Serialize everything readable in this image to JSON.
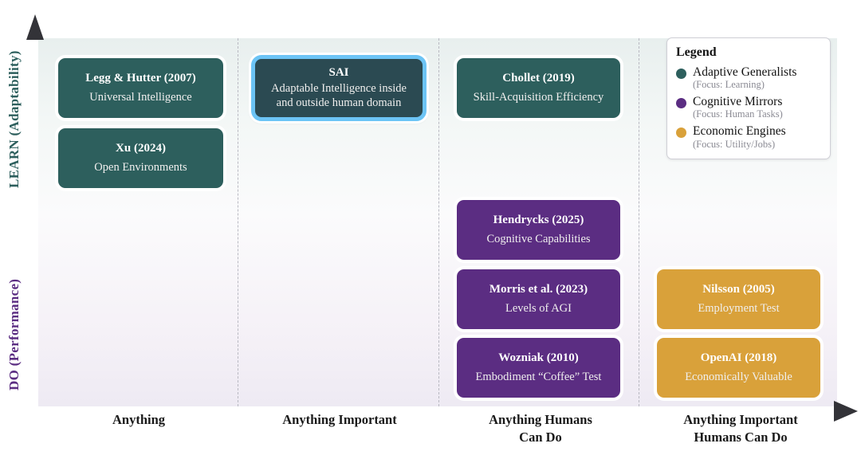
{
  "axes": {
    "y_top_label": "LEARN (Adaptability)",
    "y_top_color": "#2d5f5d",
    "y_bottom_label": "DO (Performance)",
    "y_bottom_color": "#5b2d82",
    "x_tick_labels": [
      "Anything",
      "Anything Important",
      "Anything Humans\nCan Do",
      "Anything Important\nHumans Can Do"
    ],
    "x_tick_line1": [
      "Anything",
      "Anything Important",
      "Anything Humans",
      "Anything Important"
    ],
    "x_tick_line2": [
      "",
      "",
      "Can Do",
      "Humans Can Do"
    ]
  },
  "legend": {
    "title": "Legend",
    "items": [
      {
        "label": "Adaptive Generalists",
        "focus": "(Focus: Learning)",
        "color": "#2d5f5d"
      },
      {
        "label": "Cognitive Mirrors",
        "focus": "(Focus: Human Tasks)",
        "color": "#5b2d82"
      },
      {
        "label": "Economic Engines",
        "focus": "(Focus: Utility/Jobs)",
        "color": "#d9a13a"
      }
    ]
  },
  "boxes": [
    {
      "id": "legg-hutter",
      "title": "Legg & Hutter (2007)",
      "subtitle": "Universal Intelligence",
      "category": "teal",
      "color": "#2d5f5d",
      "highlighted": false
    },
    {
      "id": "xu",
      "title": "Xu (2024)",
      "subtitle": "Open Environments",
      "category": "teal",
      "color": "#2d5f5d",
      "highlighted": false
    },
    {
      "id": "sai",
      "title": "SAI",
      "subtitle": "Adaptable Intelligence inside and outside human domain",
      "subtitle_line1": "Adaptable Intelligence inside",
      "subtitle_line2": "and outside human domain",
      "category": "sai",
      "color": "#2b4a52",
      "highlight_color": "#6cc4f5",
      "highlighted": true
    },
    {
      "id": "chollet",
      "title": "Chollet (2019)",
      "subtitle": "Skill-Acquisition Efficiency",
      "category": "teal",
      "color": "#2d5f5d",
      "highlighted": false
    },
    {
      "id": "hendrycks",
      "title": "Hendrycks (2025)",
      "subtitle": "Cognitive Capabilities",
      "category": "purple",
      "color": "#5b2d82",
      "highlighted": false
    },
    {
      "id": "morris",
      "title": "Morris et al. (2023)",
      "subtitle": "Levels of AGI",
      "category": "purple",
      "color": "#5b2d82",
      "highlighted": false
    },
    {
      "id": "wozniak",
      "title": "Wozniak (2010)",
      "subtitle": "Embodiment “Coffee” Test",
      "category": "purple",
      "color": "#5b2d82",
      "highlighted": false
    },
    {
      "id": "nilsson",
      "title": "Nilsson (2005)",
      "subtitle": "Employment Test",
      "category": "gold",
      "color": "#d9a13a",
      "highlighted": false
    },
    {
      "id": "openai",
      "title": "OpenAI (2018)",
      "subtitle": "Economically Valuable",
      "category": "gold",
      "color": "#d9a13a",
      "highlighted": false
    }
  ]
}
